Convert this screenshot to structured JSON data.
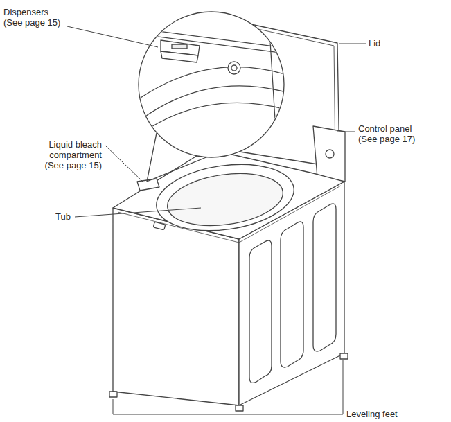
{
  "diagram": {
    "labels": [
      "Dispensers (See page 15)",
      "Lid",
      "Control panel (See page 17)",
      "Liquid bleach compartment (See page 15)",
      "Tub",
      "Leveling feet"
    ]
  }
}
